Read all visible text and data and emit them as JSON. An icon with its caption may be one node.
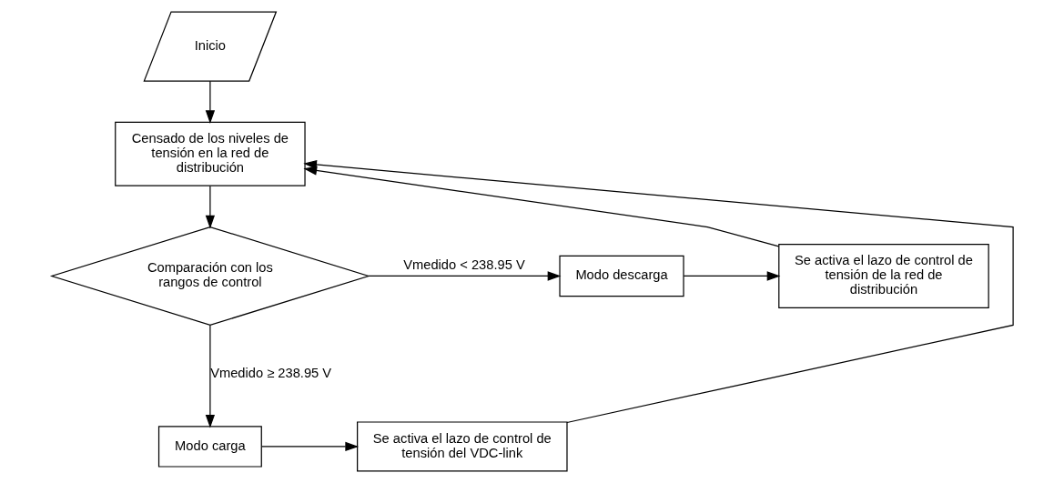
{
  "diagram": {
    "nodes": [
      {
        "text": [
          "Inicio"
        ]
      },
      {
        "text": [
          "Censado de los niveles de tensión en la red de distribución"
        ]
      },
      {
        "text": [
          "Comparación con los rangos de control"
        ]
      },
      {
        "text": [
          "Modo descarga"
        ]
      },
      {
        "text": [
          "Se activa el lazo de control de tensión de la red de distribución"
        ]
      },
      {
        "text": [
          "Modo carga"
        ]
      },
      {
        "text": [
          "Se activa el lazo de control de tensión del VDC-link"
        ]
      }
    ],
    "edges": [
      {
        "from": 0,
        "to": 1,
        "arrow": "to"
      },
      {
        "from": 1,
        "to": 2,
        "arrow": "to"
      },
      {
        "from": 2,
        "to": 3,
        "arrow": "to",
        "label": "Vmedido < 238.95 V"
      },
      {
        "from": 3,
        "to": 4,
        "arrow": "to"
      },
      {
        "from": 4,
        "to": 1,
        "arrow": "to"
      },
      {
        "from": 2,
        "to": 5,
        "arrow": "to",
        "label": "Vmedido ≥ 238.95 V"
      },
      {
        "from": 5,
        "to": 6,
        "arrow": "to"
      },
      {
        "from": 6,
        "to": 1,
        "arrow": "to"
      }
    ]
  }
}
